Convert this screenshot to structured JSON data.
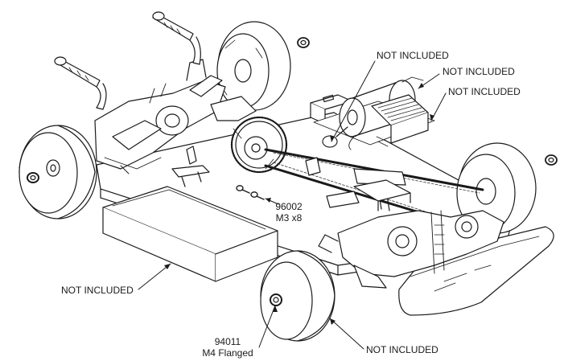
{
  "labels": {
    "not_included": "NOT INCLUDED",
    "screw_part_number": "96002",
    "screw_desc": "M3 x8",
    "nut_part_number": "94011",
    "nut_desc": "M4 Flanged"
  },
  "colors": {
    "line": "#1a1a1a",
    "fill": "#ffffff",
    "shade": "#d9d9d9"
  }
}
